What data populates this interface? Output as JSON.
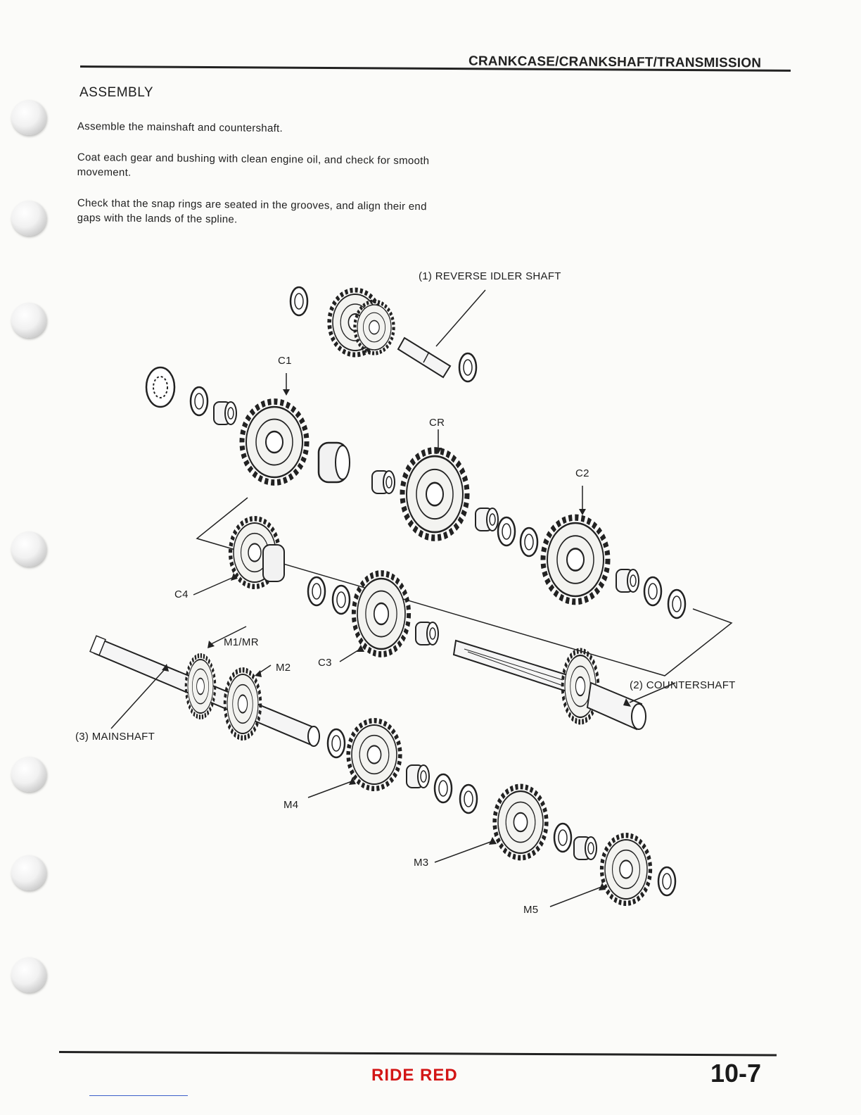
{
  "header": {
    "title": "CRANKCASE/CRANKSHAFT/TRANSMISSION"
  },
  "section": {
    "title": "ASSEMBLY"
  },
  "paragraphs": [
    "Assemble the mainshaft and countershaft.",
    "Coat each gear and bushing with clean engine oil, and check for smooth movement.",
    "Check that the snap rings are seated in the grooves, and align their end gaps with the lands of the spline."
  ],
  "diagram": {
    "labels": {
      "reverse_idler_shaft": "(1) REVERSE IDLER SHAFT",
      "countershaft": "(2) COUNTERSHAFT",
      "mainshaft": "(3) MAINSHAFT",
      "c1": "C1",
      "cr": "CR",
      "c2": "C2",
      "c3": "C3",
      "c4": "C4",
      "m1_mr": "M1/MR",
      "m2": "M2",
      "m3": "M3",
      "m4": "M4",
      "m5": "M5"
    }
  },
  "footer": {
    "brand": "RIDE RED",
    "page_number": "10-7"
  }
}
